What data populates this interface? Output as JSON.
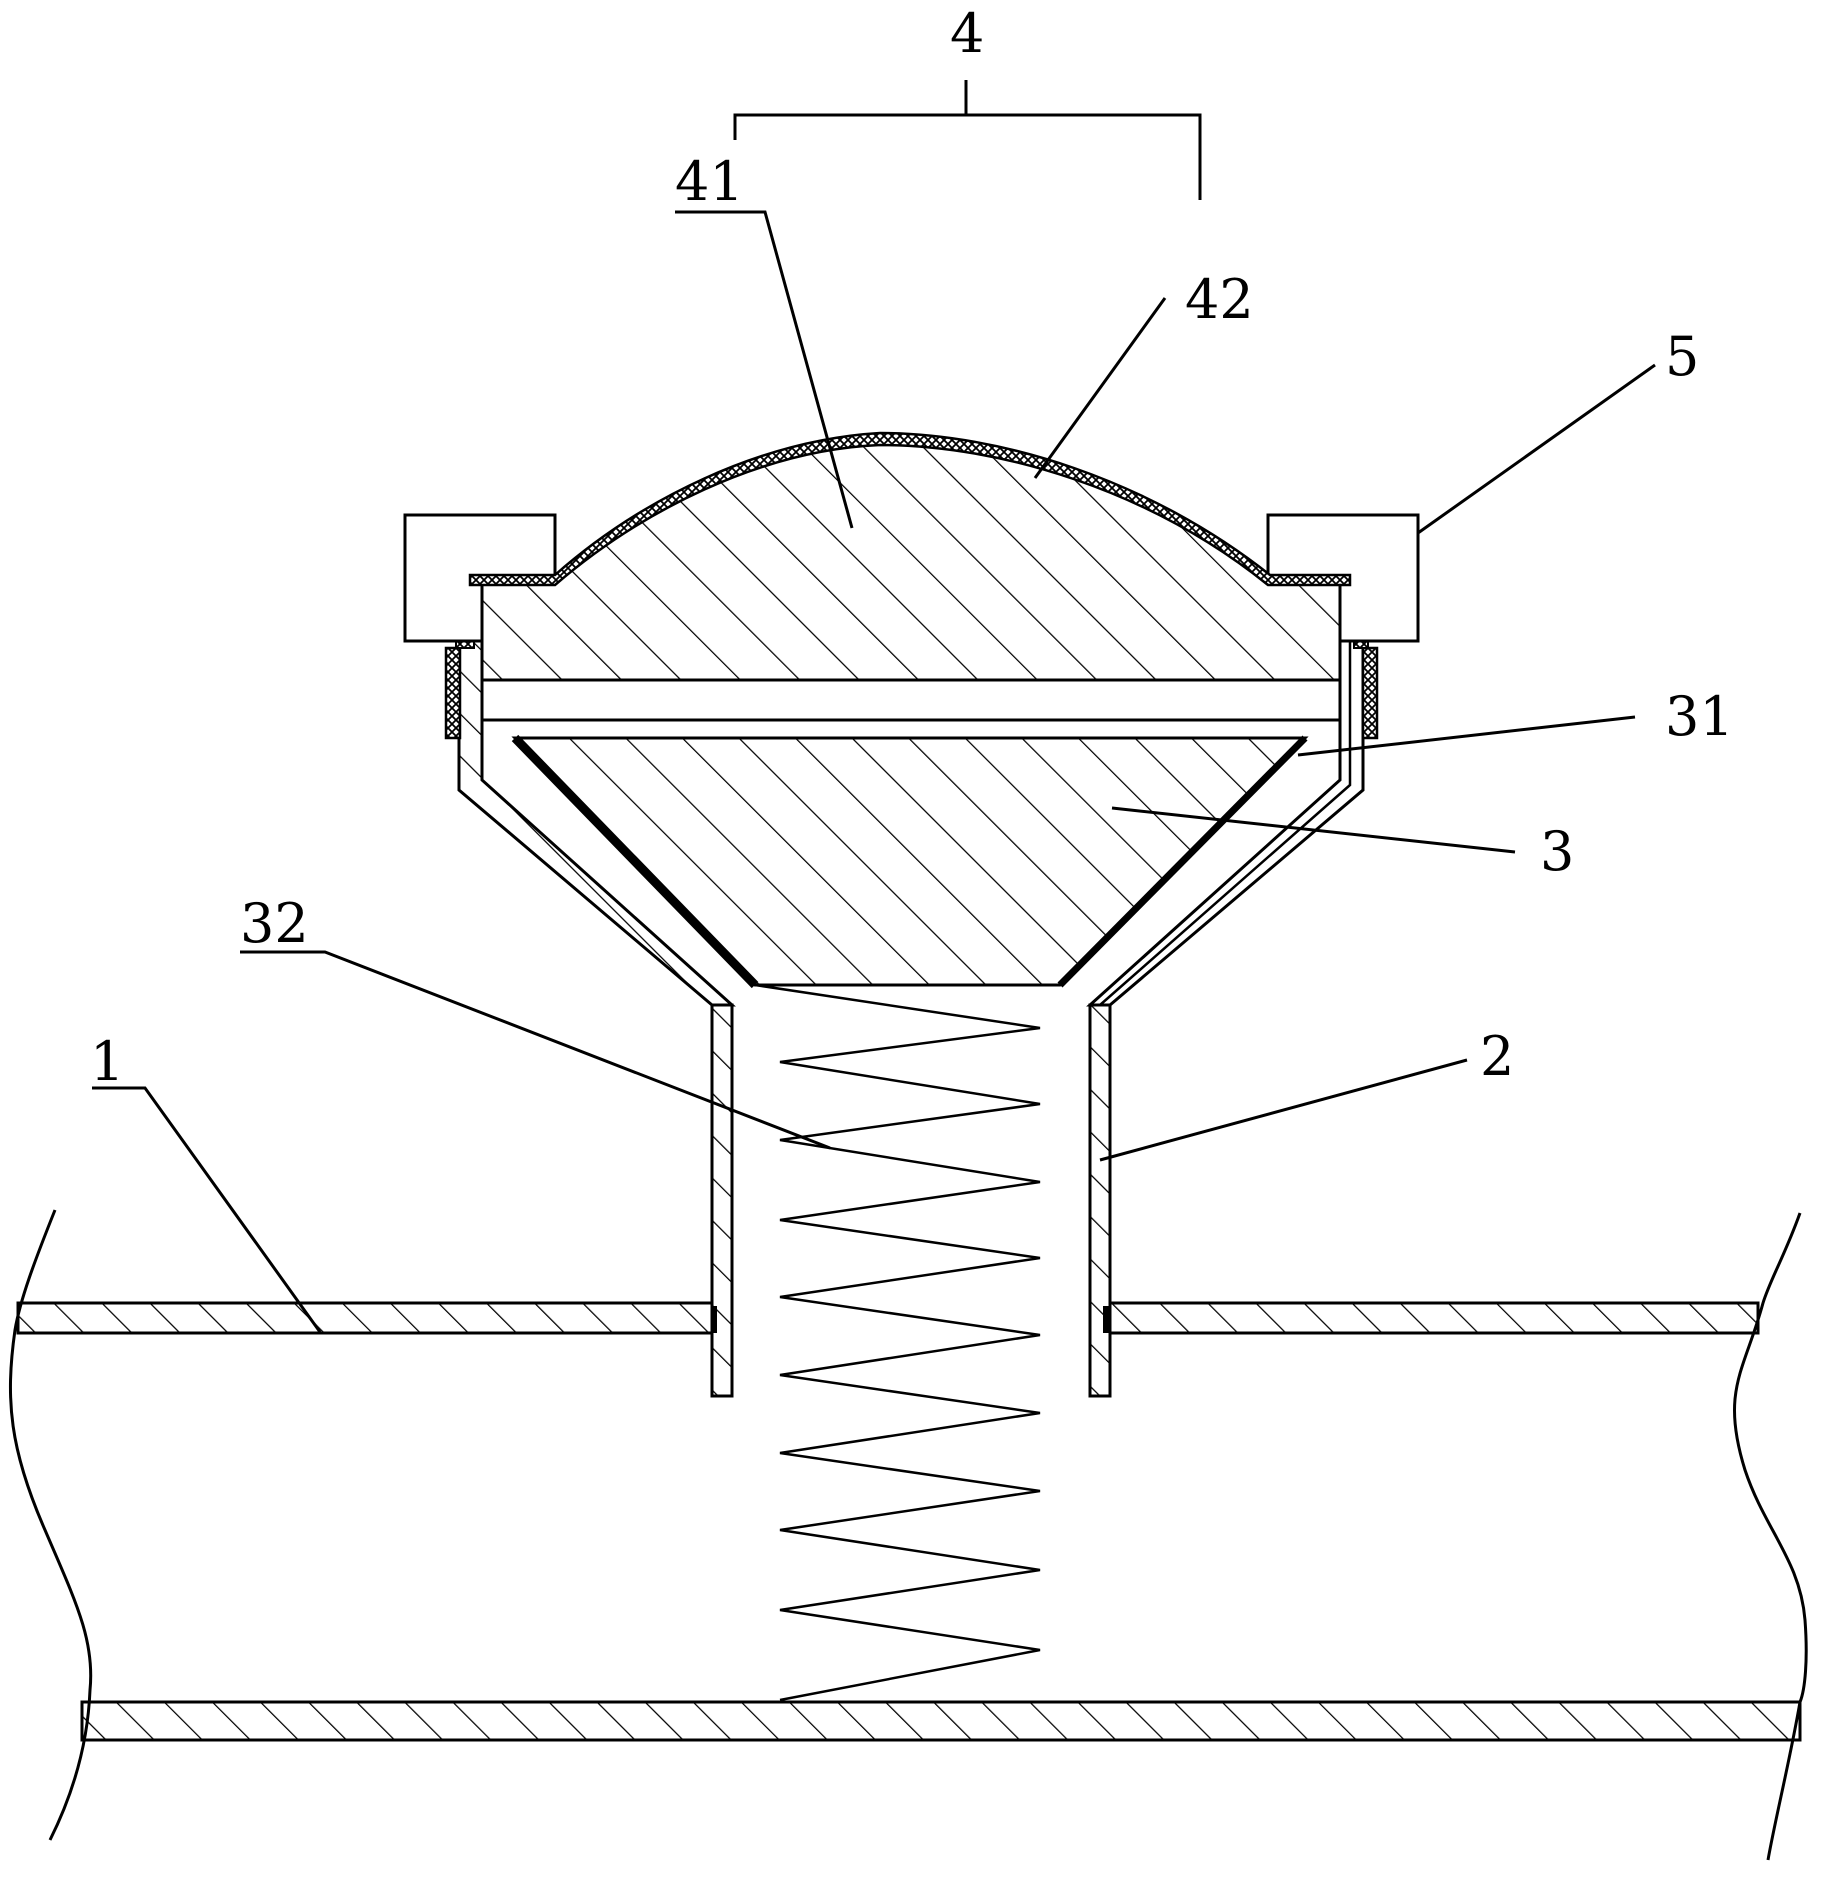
{
  "labels": {
    "l4": "4",
    "l41": "41",
    "l42": "42",
    "l5": "5",
    "l31": "31",
    "l3": "3",
    "l32": "32",
    "l1": "1",
    "l2": "2"
  },
  "colors": {
    "line": "#000000",
    "background": "#ffffff"
  }
}
